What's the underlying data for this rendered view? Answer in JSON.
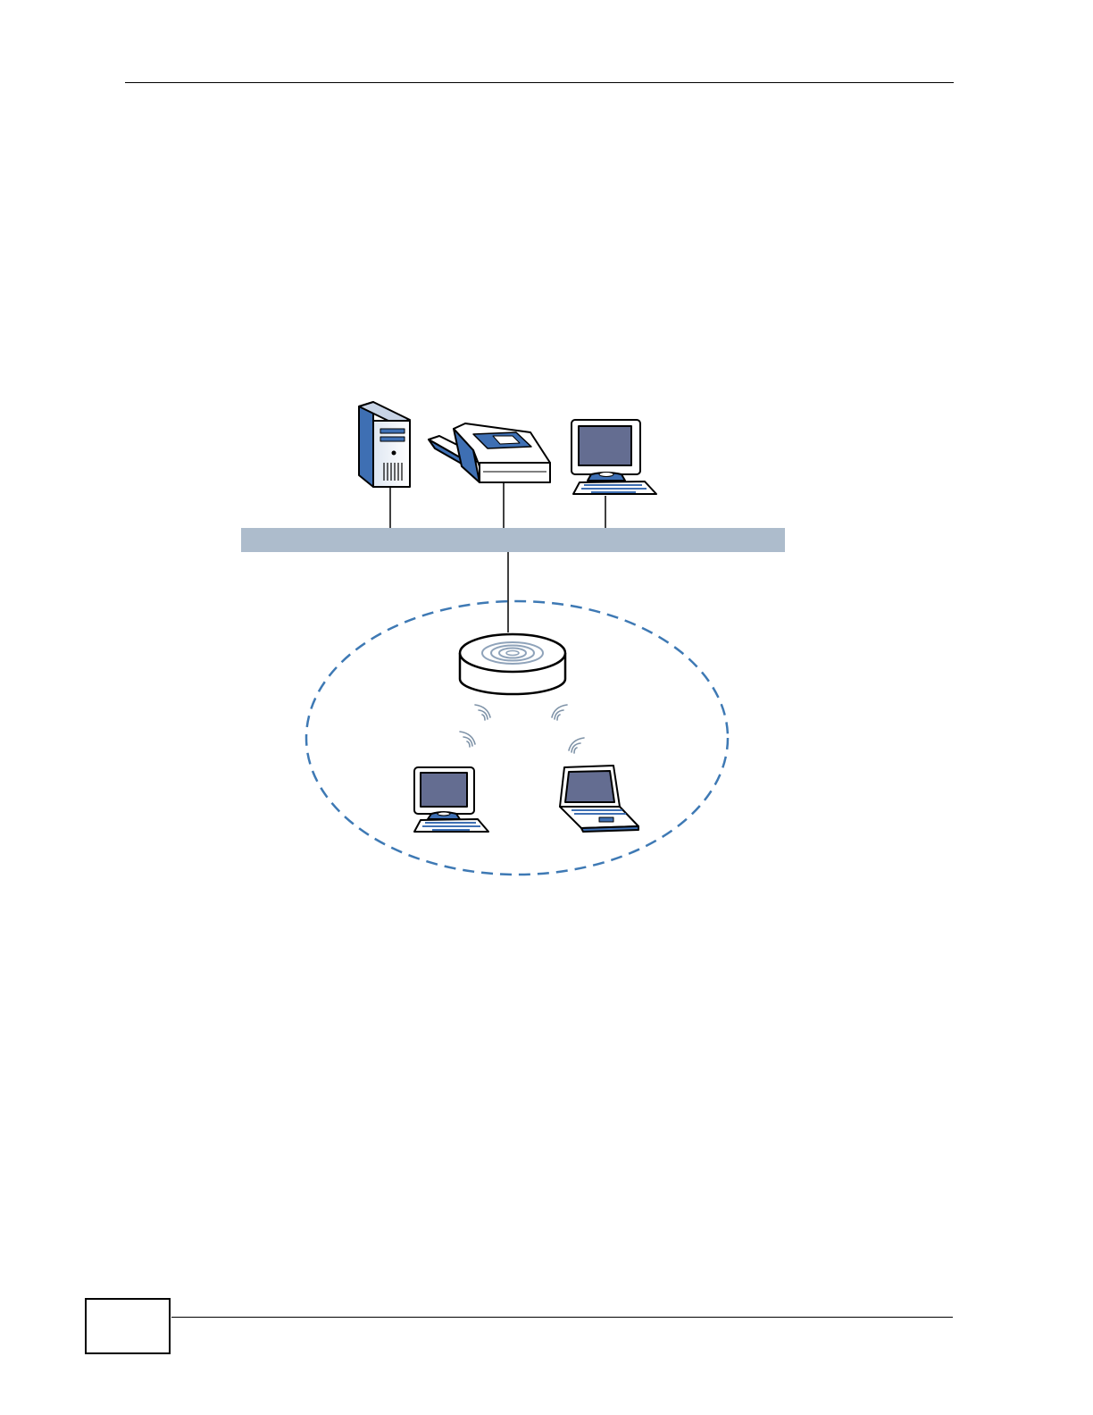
{
  "header": {
    "title": ""
  },
  "footer": {
    "page_number": "",
    "guide_title": ""
  },
  "diagram": {
    "nodes": [
      {
        "id": "server",
        "kind": "tower-server-icon"
      },
      {
        "id": "printer",
        "kind": "printer-icon"
      },
      {
        "id": "wired-computer",
        "kind": "desktop-computer-icon"
      },
      {
        "id": "access-point",
        "kind": "wireless-access-point-icon"
      },
      {
        "id": "wireless-desktop",
        "kind": "desktop-computer-icon"
      },
      {
        "id": "wireless-laptop",
        "kind": "laptop-icon"
      }
    ],
    "edges": [
      {
        "from": "server",
        "to": "lan-bus",
        "type": "wired"
      },
      {
        "from": "printer",
        "to": "lan-bus",
        "type": "wired"
      },
      {
        "from": "wired-computer",
        "to": "lan-bus",
        "type": "wired"
      },
      {
        "from": "lan-bus",
        "to": "access-point",
        "type": "wired"
      },
      {
        "from": "access-point",
        "to": "wireless-desktop",
        "type": "wireless"
      },
      {
        "from": "access-point",
        "to": "wireless-laptop",
        "type": "wireless"
      }
    ],
    "coverage_area": "wireless-network-boundary",
    "colors": {
      "bus": "#adbccc",
      "boundary": "#3e79b4",
      "icon_blue": "#3e6fb3",
      "screen": "#646d91",
      "outline": "#000000"
    }
  }
}
